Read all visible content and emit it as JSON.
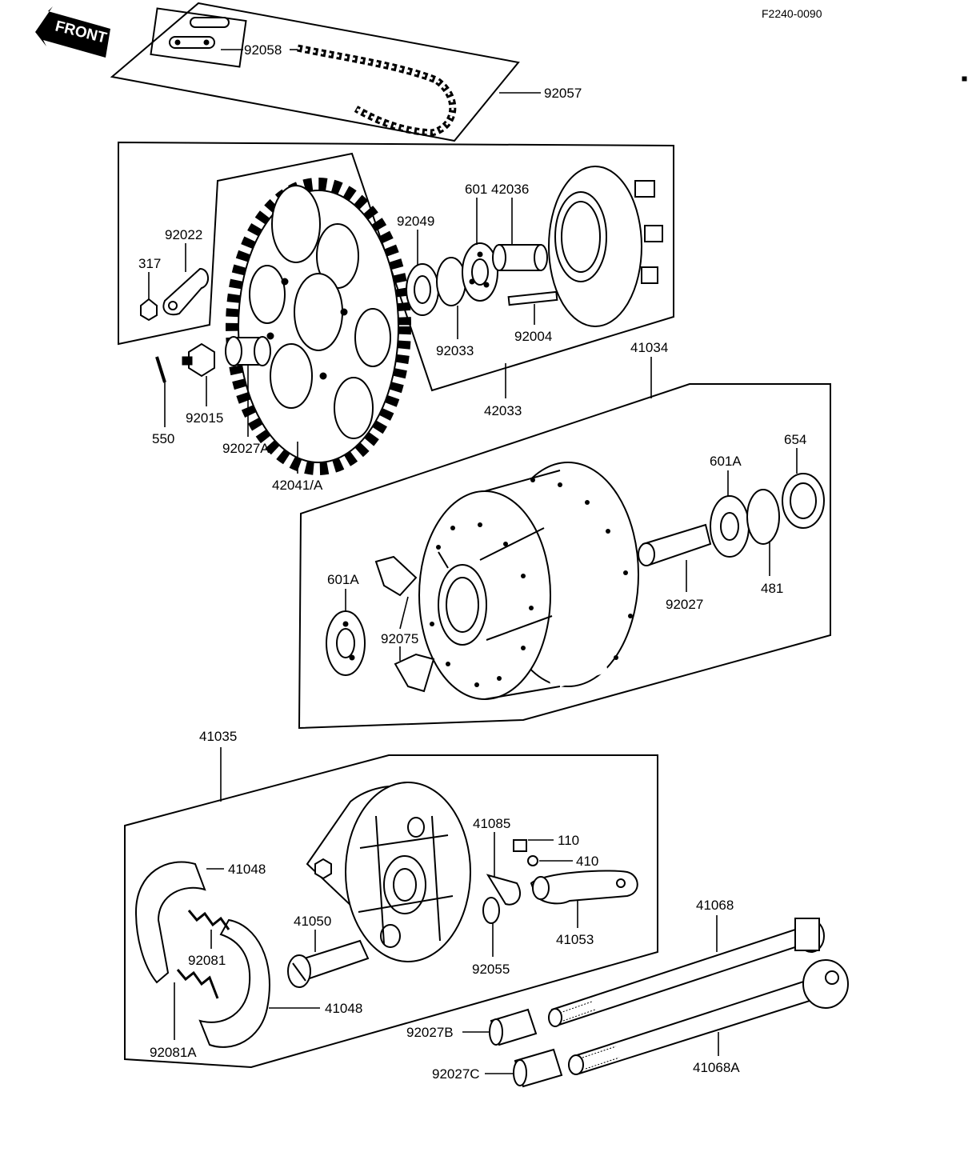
{
  "figure_id": "F2240-0090",
  "front_label": "FRONT",
  "parts": {
    "p92058": "92058",
    "p92057": "92057",
    "p42036": "42036",
    "p601": "601",
    "p92049": "92049",
    "p92022": "92022",
    "p317": "317",
    "p92033": "92033",
    "p92004": "92004",
    "p41034": "41034",
    "p42033": "42033",
    "p550": "550",
    "p92015": "92015",
    "p92027A": "92027A",
    "p42041A": "42041/A",
    "p654": "654",
    "p601A_right": "601A",
    "p601A_left": "601A",
    "p481": "481",
    "p92027": "92027",
    "p92075": "92075",
    "p41035": "41035",
    "p41085": "41085",
    "p110": "110",
    "p410": "410",
    "p41048_top": "41048",
    "p41050": "41050",
    "p92081": "92081",
    "p41053": "41053",
    "p92055": "92055",
    "p41048_bottom": "41048",
    "p41068": "41068",
    "p92027B": "92027B",
    "p92081A": "92081A",
    "p92027C": "92027C",
    "p41068A": "41068A"
  }
}
